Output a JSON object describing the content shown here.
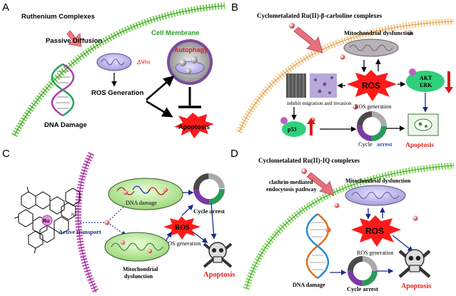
{
  "panels": {
    "a": {
      "letter": "A",
      "title": "Ruthenium Complexes",
      "cell_membrane": "Cell Membrane",
      "passive_diffusion": "Passive Diffusion",
      "delta_psi": "ΔΨm",
      "autophagy": "Autophagy",
      "ros_generation": "ROS Generation",
      "dna_damage": "DNA Damage",
      "apoptosis": "Apoptosis"
    },
    "b": {
      "letter": "B",
      "title": "Cyclometalated Ru(II)-β-carboline complexes",
      "mito_dysfunction": "Mitochondrial dysfunction",
      "ros": "ROS",
      "akt": "AKT",
      "erk": "ERK",
      "inhibit": "inhibit migration and invasion",
      "ros_generation": "ROS generation",
      "p53": "p53",
      "cycle_arrest_1": "Cycle",
      "cycle_arrest_2": "arrest",
      "apoptosis": "Apoptosis"
    },
    "c": {
      "letter": "C",
      "active_transport": "Active transport",
      "dna_damage": "DNA damage",
      "cycle_arrest": "Cycle arrest",
      "ros": "ROS",
      "ros_generation": "ROS generation",
      "mito_1": "Mitochondrial",
      "mito_2": "dysfunction",
      "apoptosis": "Apoptosis",
      "ru": "Ru",
      "nh": "N"
    },
    "d": {
      "letter": "D",
      "title": "Cyclometalated Ru(II)-IQ complexes",
      "clathrin_1": "clathrin-mediated",
      "clathrin_2": "endocytosis pathway",
      "mito_dysfunction": "Mitochondrial dysfunction",
      "ros": "ROS",
      "ros_generation": "ROS generation",
      "dna_damage": "DNA damage",
      "cycle_arrest": "Cycle arrest",
      "apoptosis": "Apoptosis"
    }
  },
  "colors": {
    "membrane_green": "#7ed957",
    "membrane_orange": "#f6c98a",
    "membrane_pink": "#c046b8",
    "ros_red": "#ff1a1a",
    "apoptosis_red": "#e2231a",
    "mito_purple": "#a9a0d8",
    "akt_green": "#2fd07a"
  }
}
